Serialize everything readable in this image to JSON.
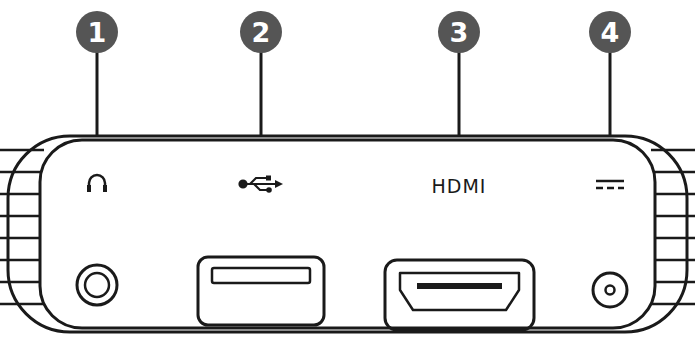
{
  "diagram": {
    "labels": [
      "1",
      "2",
      "3",
      "4",
      "HDMI"
    ]
  }
}
